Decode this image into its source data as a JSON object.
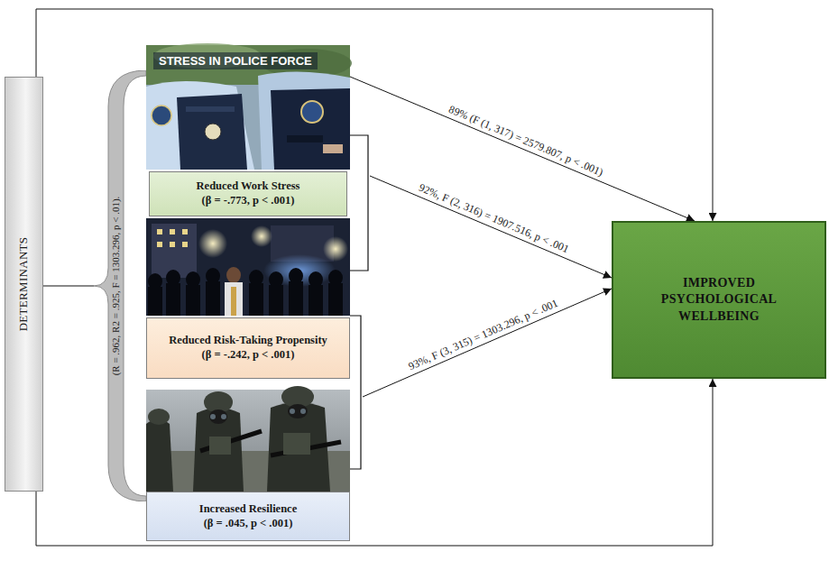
{
  "diagram": {
    "nodes": [
      {
        "text": [
          "DETERMINANTS"
        ]
      },
      {
        "text": [
          "(R = .962, R2 = .925, F = 1303.296, p < .01)."
        ]
      },
      {
        "text": [
          "Reduced Work Stress",
          "(β = -.773, p < .001)"
        ]
      },
      {
        "text": [
          "Reduced Risk-Taking Propensity",
          "(β = -.242, p < .001)"
        ]
      },
      {
        "text": [
          "Increased Resilience",
          "(β = .045, p < .001)"
        ]
      },
      {
        "text": [
          "IMPROVED PSYCHOLOGICAL WELLBEING"
        ]
      }
    ],
    "edges": [
      {
        "from": 0,
        "to": 1,
        "arrow": "none"
      },
      {
        "from": 2,
        "to": 5,
        "label": "89% (F (1, 317) = 2579.807, p < .001)",
        "arrow": "to"
      },
      {
        "from": 3,
        "to": 5,
        "label": "92%, F (2, 316) = 1907.516, p < .001",
        "arrow": "to"
      },
      {
        "from": 4,
        "to": 5,
        "label": "93%, F (3, 315) = 1303.296, p < .001",
        "arrow": "to"
      },
      {
        "from": 0,
        "to": 5,
        "arrow": "to"
      },
      {
        "from": 0,
        "to": 5,
        "arrow": "to"
      }
    ],
    "labels": [
      "STRESS IN POLICE FORCE"
    ]
  }
}
